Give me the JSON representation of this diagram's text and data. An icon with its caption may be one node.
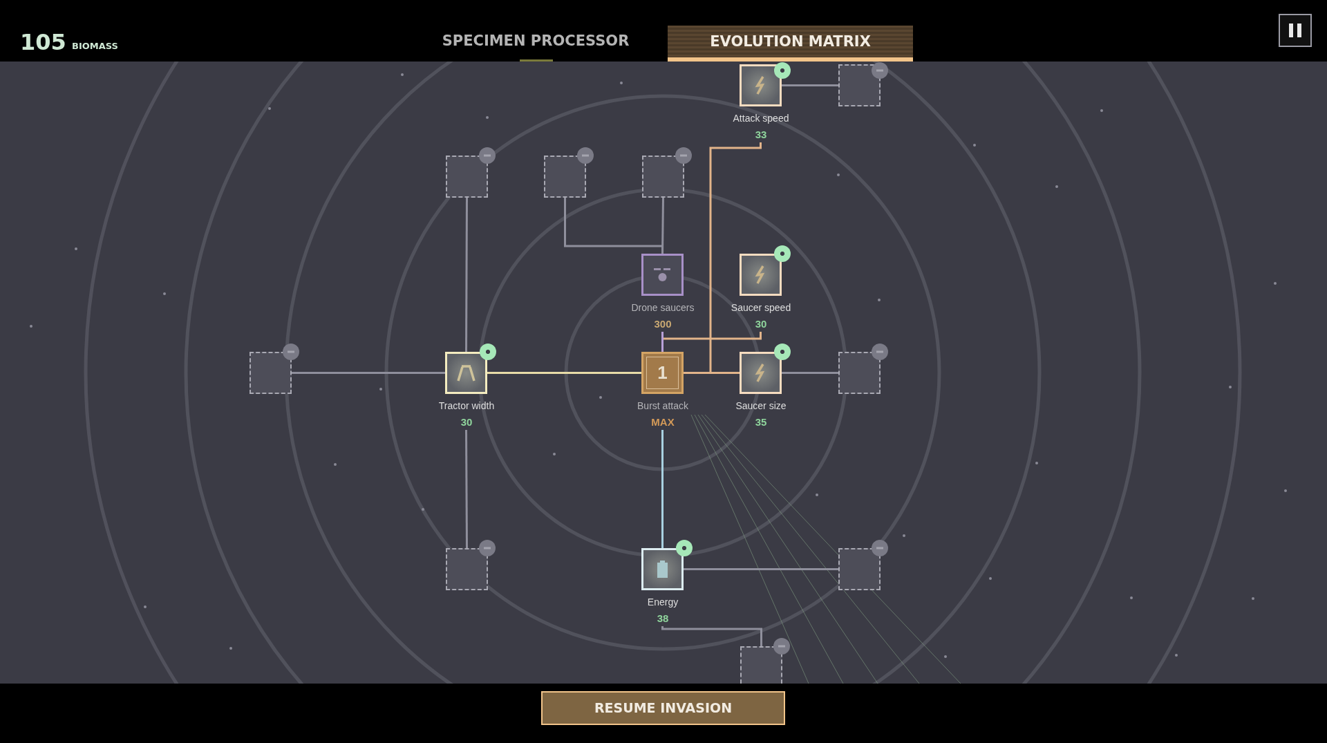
{
  "diagram": {
    "nodes": [
      {
        "text": [
          "Attack speed",
          "33"
        ]
      },
      {
        "text": [],
        "shape": "box"
      },
      {
        "text": [],
        "shape": "box"
      },
      {
        "text": [],
        "shape": "box"
      },
      {
        "text": [],
        "shape": "box"
      },
      {
        "text": [
          "Drone saucers",
          "300"
        ]
      },
      {
        "text": [
          "Saucer speed",
          "30"
        ]
      },
      {
        "text": [],
        "shape": "box"
      },
      {
        "text": [
          "Tractor width",
          "30"
        ]
      },
      {
        "text": [
          "1",
          "Burst attack",
          "MAX"
        ]
      },
      {
        "text": [
          "Saucer size",
          "35"
        ]
      },
      {
        "text": [],
        "shape": "box"
      },
      {
        "text": [],
        "shape": "box"
      },
      {
        "text": [
          "Energy",
          "38"
        ]
      },
      {
        "text": [],
        "shape": "box"
      },
      {
        "text": [],
        "shape": "box"
      }
    ],
    "edges": [
      {
        "from": 8,
        "to": 9,
        "arrow": "none",
        "color": "#e8dca8"
      },
      {
        "from": 9,
        "to": 10,
        "arrow": "none",
        "color": "#e2b48a"
      },
      {
        "from": 9,
        "to": 6,
        "arrow": "none",
        "color": "#e2b48a"
      },
      {
        "from": 9,
        "to": 0,
        "arrow": "none",
        "color": "#e2b48a"
      },
      {
        "from": 9,
        "to": 5,
        "arrow": "none",
        "color": "#b8a0d8"
      },
      {
        "from": 9,
        "to": 13,
        "arrow": "none",
        "color": "#a8d0e0"
      },
      {
        "from": 8,
        "to": 7,
        "arrow": "none"
      },
      {
        "from": 8,
        "to": 2,
        "arrow": "none"
      },
      {
        "from": 8,
        "to": 12,
        "arrow": "none"
      },
      {
        "from": 5,
        "to": 4,
        "arrow": "none"
      },
      {
        "from": 5,
        "to": 3,
        "arrow": "none"
      },
      {
        "from": 10,
        "to": 11,
        "arrow": "none"
      },
      {
        "from": 0,
        "to": 1,
        "arrow": "none"
      },
      {
        "from": 13,
        "to": 14,
        "arrow": "none"
      },
      {
        "from": 13,
        "to": 15,
        "arrow": "none"
      }
    ],
    "labels": [
      "105",
      "BIOMASS",
      "SPECIMEN PROCESSOR",
      "EVOLUTION MATRIX",
      "RESUME INVASION"
    ]
  }
}
